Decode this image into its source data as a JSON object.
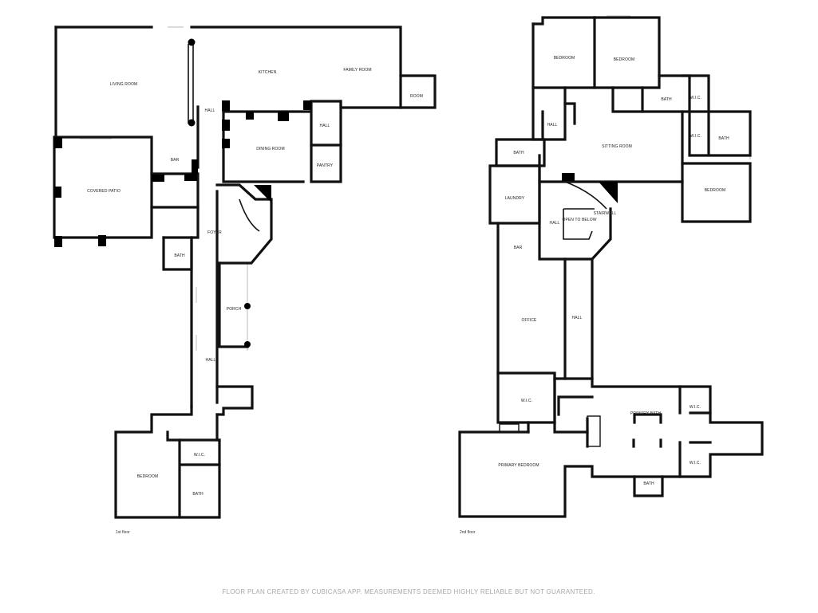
{
  "floor1": {
    "name": "1st floor",
    "rooms": {
      "living_room": "LIVING ROOM",
      "kitchen": "KITCHEN",
      "family_room": "FAMILY ROOM",
      "room": "ROOM",
      "hall_a": "HALL",
      "hall_b": "HALL",
      "hall_c": "HALL",
      "bar": "BAR",
      "dining_room": "DINING ROOM",
      "pantry": "PANTRY",
      "covered_patio": "COVERED PATIO",
      "foyer": "FOYER",
      "bath_a": "BATH",
      "porch": "PORCH",
      "bedroom": "BEDROOM",
      "wic": "W.I.C.",
      "bath_b": "BATH"
    }
  },
  "floor2": {
    "name": "2nd floor",
    "rooms": {
      "bedroom_a": "BEDROOM",
      "bedroom_b": "BEDROOM",
      "bath_a": "BATH",
      "wic_a": "W.I.C.",
      "wic_b": "W.I.C.",
      "bath_b": "BATH",
      "hall_a": "HALL",
      "bath_c": "BATH",
      "sitting_room": "SITTING ROOM",
      "bedroom_c": "BEDROOM",
      "laundry": "LAUNDRY",
      "hall_b": "HALL",
      "open_to_below": "OPEN TO BELOW",
      "stairwell": "STAIRWELL",
      "bar": "BAR",
      "office": "OFFICE",
      "hall_c": "HALL",
      "wic_c": "W.I.C.",
      "primary_bath": "PRIMARY BATH",
      "wic_d": "W.I.C.",
      "wic_e": "W.I.C.",
      "primary_bedroom": "PRIMARY BEDROOM",
      "bath_d": "BATH"
    }
  },
  "footer": "FLOOR PLAN CREATED BY CUBICASA APP. MEASUREMENTS DEEMED HIGHLY RELIABLE BUT NOT GUARANTEED."
}
